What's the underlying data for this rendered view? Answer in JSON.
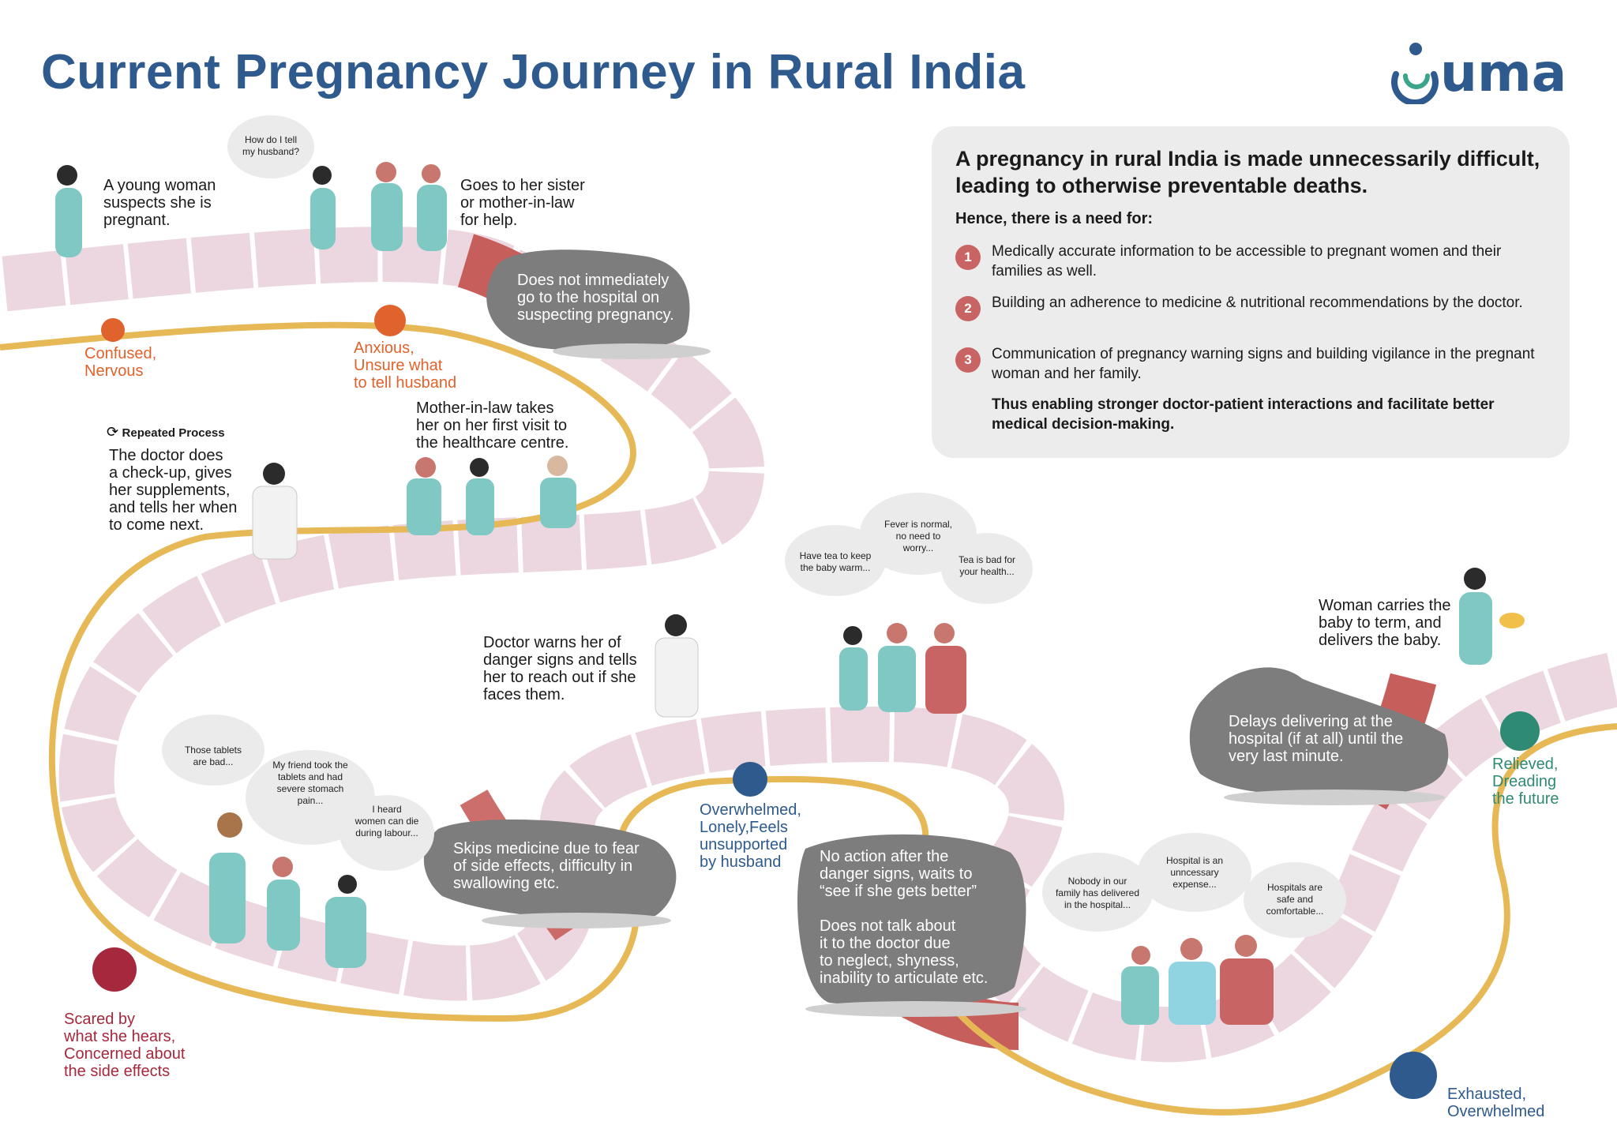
{
  "title": "Current Pregnancy Journey in Rural India",
  "logo_text": "uma",
  "colors": {
    "title": "#2e5a8e",
    "road": "#ecd6df",
    "road_alt": "#c65f5c",
    "path": "#e6b856",
    "rock": "#7d7d7d",
    "bubble": "#ebebeb"
  },
  "panel": {
    "heading": "A pregnancy in rural India is made unnecessarily difficult, leading to otherwise preventable deaths.",
    "subheading": "Hence, there is a need for:",
    "needs": [
      {
        "num": "1",
        "text": "Medically accurate information to be accessible to pregnant women and their families as well."
      },
      {
        "num": "2",
        "text": "Building an adherence to medicine & nutritional recommendations by the doctor."
      },
      {
        "num": "3",
        "text": "Communication of pregnancy warning signs and building vigilance in the pregnant woman and her family."
      }
    ],
    "conclusion": "Thus enabling stronger doctor-patient interactions and facilitate better medical decision-making."
  },
  "steps": {
    "suspects": "A young woman\nsuspects she is\npregnant.",
    "sister": "Goes to her sister\nor mother-in-law\nfor help.",
    "repeated_label": "Repeated Process",
    "doctor_checkup": "The doctor does\na check-up, gives\nher supplements,\nand tells her when\nto come next.",
    "first_visit": "Mother-in-law takes\nher on her first visit to\nthe healthcare centre.",
    "warns": "Doctor warns her of\ndanger signs and tells\nher to reach out if she\nfaces them.",
    "delivers": "Woman carries the\nbaby to term, and\ndelivers the baby."
  },
  "obstacles": {
    "no_hospital": "Does not immediately\ngo to the hospital on\nsuspecting pregnancy.",
    "skips_medicine": "Skips medicine due to fear\nof side effects, difficulty in\nswallowing etc.",
    "no_action": "No action after the\ndanger signs, waits to\n“see if she gets better”\n\nDoes not talk about\nit to the doctor due\nto neglect, shyness,\ninability to articulate etc.",
    "delays": "Delays delivering at the\nhospital (if at all) until the\nvery last minute."
  },
  "emotions": {
    "confused": {
      "text": "Confused,\nNervous",
      "color": "#e0622c"
    },
    "anxious": {
      "text": "Anxious,\nUnsure what\nto tell husband",
      "color": "#e0622c"
    },
    "scared": {
      "text": "Scared by\nwhat she hears,\nConcerned about\nthe side effects",
      "color": "#a5283d"
    },
    "overwhelmed": {
      "text": "Overwhelmed,\nLonely,Feels\nunsupported\nby husband",
      "color": "#2e5a8e"
    },
    "exhausted": {
      "text": "Exhausted,\nOverwhelmed",
      "color": "#2e5a8e"
    },
    "relieved": {
      "text": "Relieved,\nDreading\nthe future",
      "color": "#2f8a73"
    }
  },
  "bubbles": {
    "husband": "How do I tell\nmy husband?",
    "tablets_bad": "Those tablets\nare bad...",
    "friend": "My friend took the\ntablets and had\nsevere stomach\npain...",
    "die": "I heard\nwomen can die\nduring labour...",
    "tea": "Have tea to keep\nthe baby warm...",
    "fever": "Fever is normal,\nno need to\nworry...",
    "tea_bad": "Tea is bad for\nyour health...",
    "nobody": "Nobody in our\nfamily has delivered\nin the hospital...",
    "expense": "Hospital is an\nunncessary\nexpense...",
    "safe": "Hospitals are\nsafe and\ncomfortable..."
  }
}
